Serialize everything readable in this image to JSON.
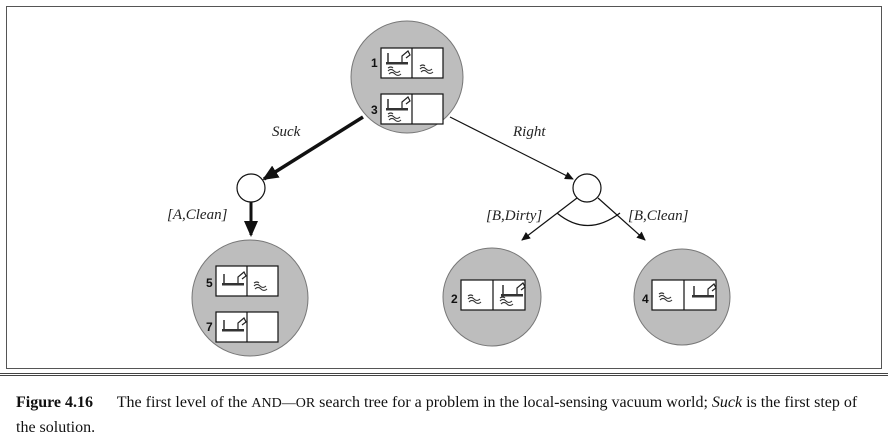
{
  "diagram": {
    "actions": {
      "left": "Suck",
      "right": "Right"
    },
    "outcomes": {
      "a_clean": "[A,Clean]",
      "b_dirty": "[B,Dirty]",
      "b_clean": "[B,Clean]"
    },
    "states": {
      "root": [
        "1",
        "3"
      ],
      "suck_result": [
        "5",
        "7"
      ],
      "right_dirty": [
        "2"
      ],
      "right_clean": [
        "4"
      ]
    }
  },
  "caption": {
    "label": "Figure 4.16",
    "text_before": "The first level of the",
    "and_or": "AND—OR",
    "text_mid": "search tree for a problem in the local-sensing vacuum world;",
    "suck": "Suck",
    "text_after": "is the first step of the solution."
  }
}
